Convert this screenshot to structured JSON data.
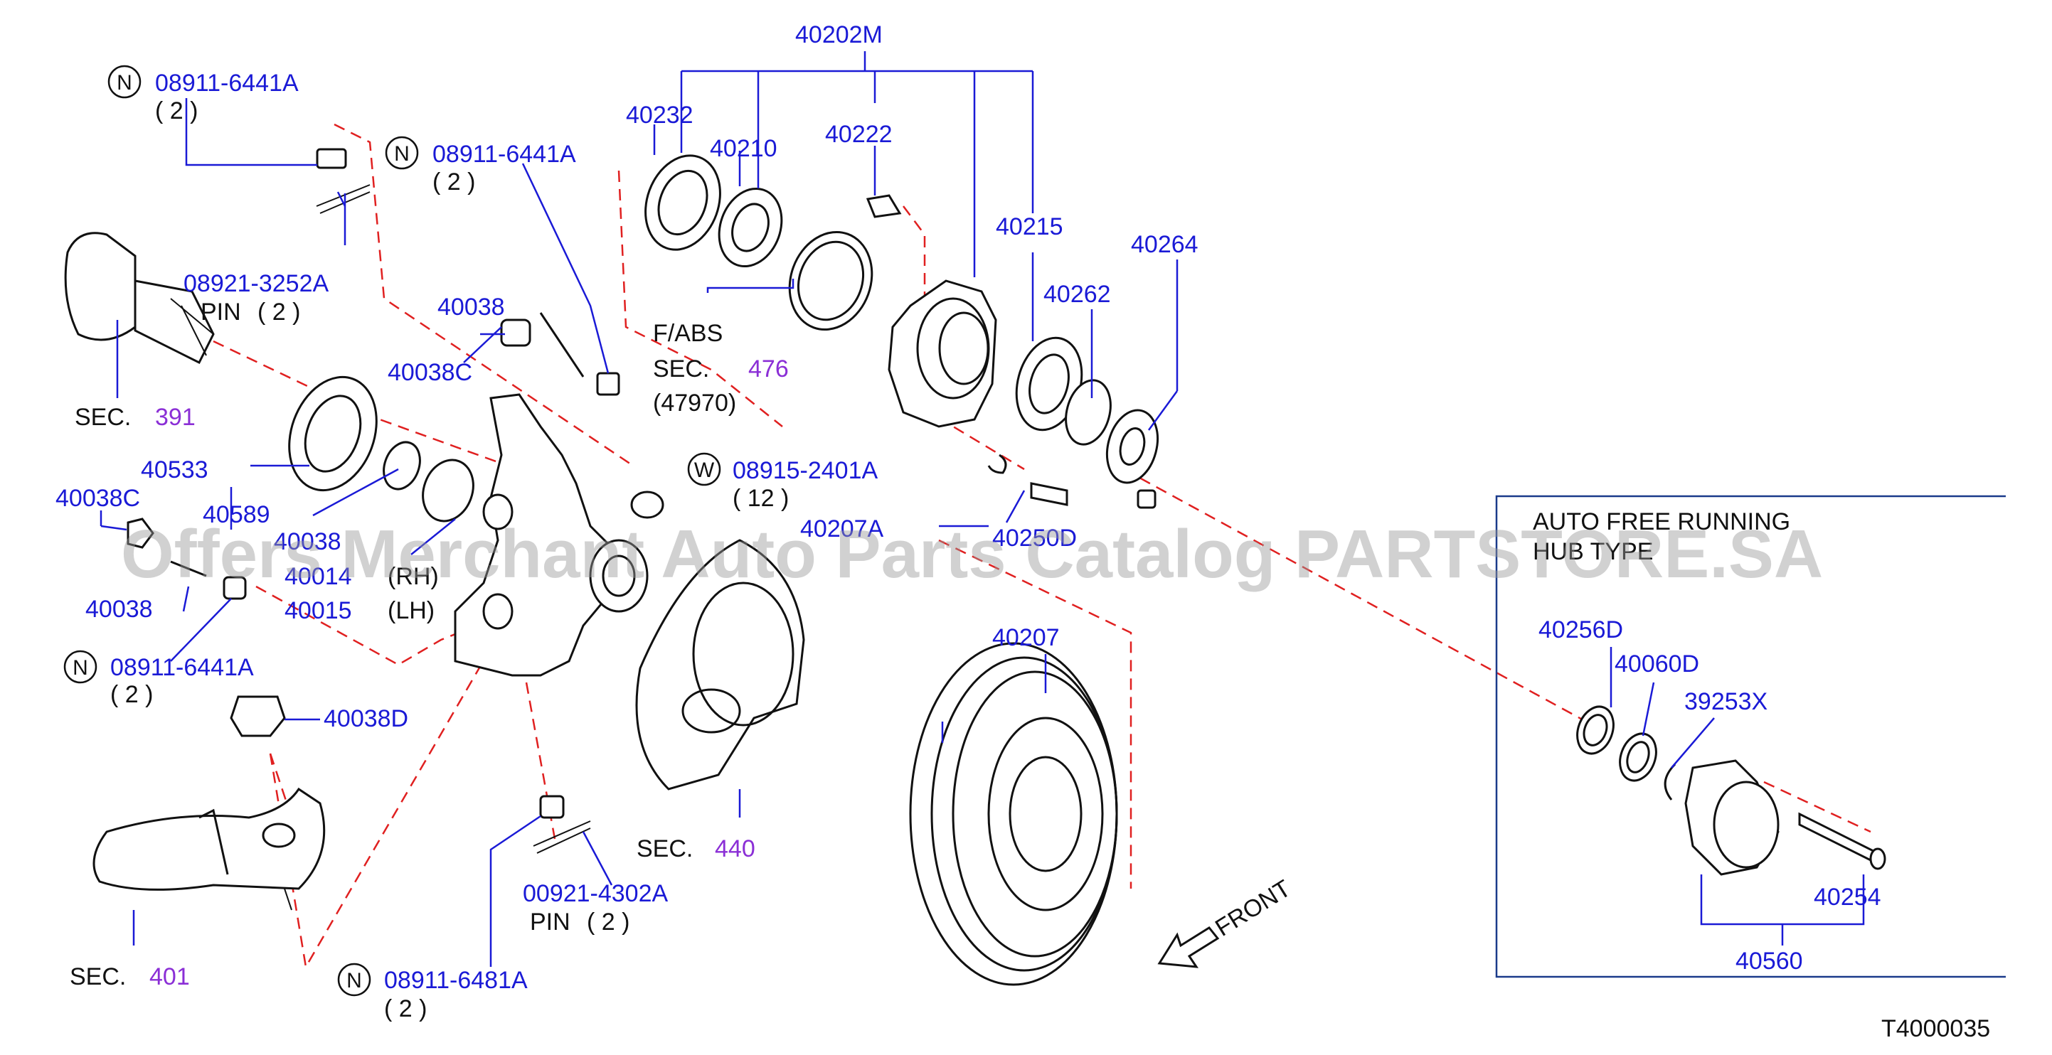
{
  "diagram_code": "T4000035",
  "watermark": "Offers Merchant Auto Parts Catalog PARTSTORE.SA",
  "inset_title_1": "AUTO FREE RUNNING",
  "inset_title_2": "HUB TYPE",
  "front_label": "FRONT",
  "colors": {
    "part_number": "#1a1ad6",
    "section_number": "#8b2fd6",
    "guide_line": "#e02020",
    "outline": "#111111"
  },
  "callouts": {
    "p40202M": "40202M",
    "p40232": "40232",
    "p40210": "40210",
    "p40222": "40222",
    "p40215": "40215",
    "p40264": "40264",
    "p40262": "40262",
    "fabs": "F/ABS",
    "sec476_a": "SEC.",
    "sec476_b": "476",
    "p47970": "(47970)",
    "n1_pn": "08911-6441A",
    "n1_qty": "( 2 )",
    "n2_pn": "08911-6441A",
    "n2_qty": "( 2 )",
    "p08921": "08921-3252A",
    "pin1": "PIN",
    "pin1_qty": "( 2 )",
    "p40038_top": "40038",
    "p40038C_top": "40038C",
    "sec391_a": "SEC.",
    "sec391_b": "391",
    "p40533": "40533",
    "p40038C_left": "40038C",
    "p40589": "40589",
    "p40038_mid": "40038",
    "p40014": "40014",
    "rh": "(RH)",
    "p40015": "40015",
    "lh": "(LH)",
    "p40038_left": "40038",
    "w_pn": "08915-2401A",
    "w_qty": "( 12 )",
    "p40207A": "40207A",
    "p40250D": "40250D",
    "n3_pn": "08911-6441A",
    "n3_qty": "( 2 )",
    "p40038D": "40038D",
    "sec401_a": "SEC.",
    "sec401_b": "401",
    "p00921": "00921-4302A",
    "pin2": "PIN",
    "pin2_qty": "( 2 )",
    "n4_pn": "08911-6481A",
    "n4_qty": "( 2 )",
    "sec440_a": "SEC.",
    "sec440_b": "440",
    "p40207": "40207",
    "p40256D": "40256D",
    "p40060D": "40060D",
    "p39253X": "39253X",
    "p40254": "40254",
    "p40560": "40560"
  },
  "markers": {
    "n": "N",
    "w": "W"
  }
}
